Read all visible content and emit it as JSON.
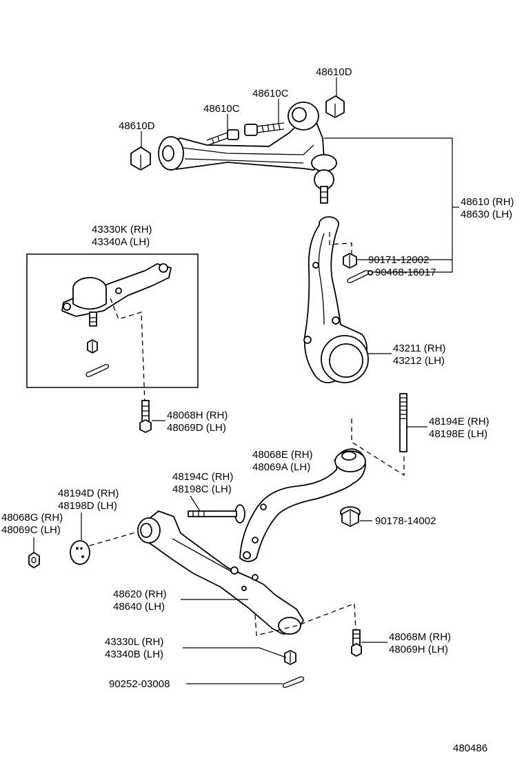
{
  "diagram_id": "480486",
  "callouts": {
    "c48610D_right": "48610D",
    "c48610C_upper": "48610C",
    "c48610C_lower": "48610C",
    "c48610D_left": "48610D",
    "c48610_rh": "48610 (RH)",
    "c48630_lh": "48630 (LH)",
    "c43330K_rh": "43330K (RH)",
    "c43340A_lh": "43340A (LH)",
    "c90171": "90171-12002",
    "c90468": "90468-16017",
    "c43211_rh": "43211 (RH)",
    "c43212_lh": "43212 (LH)",
    "c48068H_rh": "48068H (RH)",
    "c48069D_lh": "48069D (LH)",
    "c48194E_rh": "48194E (RH)",
    "c48198E_lh": "48198E (LH)",
    "c48068E_rh": "48068E (RH)",
    "c48069A_lh": "48069A (LH)",
    "c48194C_rh": "48194C (RH)",
    "c48198C_lh": "48198C (LH)",
    "c48194D_rh": "48194D (RH)",
    "c48198D_lh": "48198D (LH)",
    "c48068G_rh": "48068G (RH)",
    "c48069C_lh": "48069C (LH)",
    "c90178": "90178-14002",
    "c48620_rh": "48620 (RH)",
    "c48640_lh": "48640 (LH)",
    "c43330L_rh": "43330L (RH)",
    "c43340B_lh": "43340B (LH)",
    "c48068M_rh": "48068M (RH)",
    "c48069H_lh": "48069H (LH)",
    "c90252": "90252-03008"
  }
}
